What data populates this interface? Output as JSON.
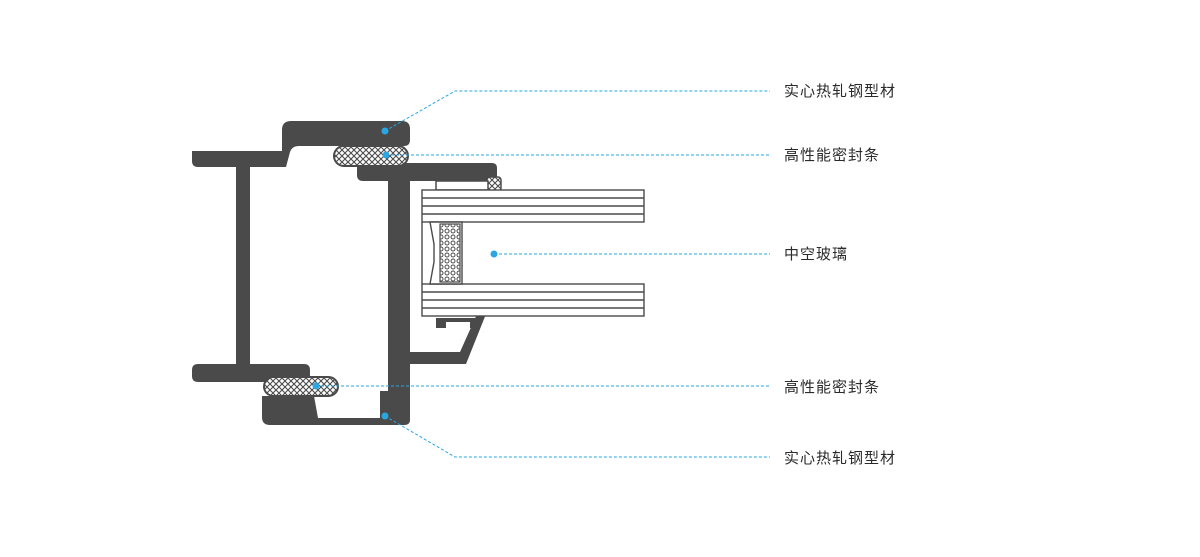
{
  "labels": {
    "steel_profile_top": "实心热轧钢型材",
    "seal_top": "高性能密封条",
    "glass": "中空玻璃",
    "seal_bottom": "高性能密封条",
    "steel_profile_bottom": "实心热轧钢型材"
  },
  "colors": {
    "profile": "#4a4a4a",
    "leader": "#2aa7e0",
    "seal_fill": "#ffffff",
    "text": "#2b2b2b"
  }
}
